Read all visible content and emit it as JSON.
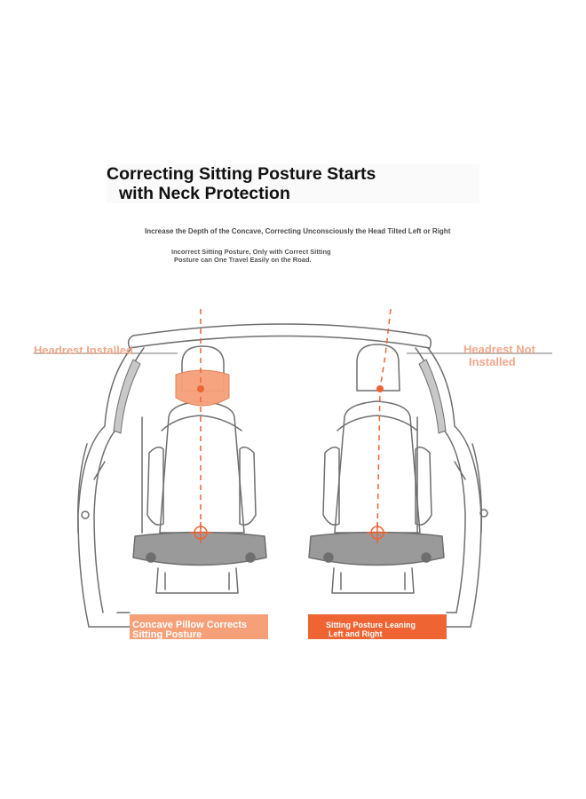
{
  "title": {
    "line1": "Correcting Sitting Posture Starts",
    "line2": "with Neck Protection"
  },
  "subtitle": "Increase the Depth of the Concave, Correcting Unconsciously the Head Tilted Left or Right",
  "note": {
    "line1": "Incorrect Sitting Posture, Only with Correct Sitting",
    "line2": "Posture can One Travel Easily on the Road."
  },
  "labels": {
    "left": "Headrest Installed",
    "right_line1": "Headrest Not",
    "right_line2": "Installed"
  },
  "captions": {
    "left_line1": "Concave Pillow Corrects",
    "left_line2": "Sitting Posture",
    "right_line1": "Sitting Posture Leaning",
    "right_line2": "Left and Right"
  },
  "colors": {
    "accent_light": "#f6a07a",
    "accent": "#ee6433",
    "line_art": "#6f6f6f"
  },
  "icons": [
    "car-interior-outline",
    "car-seat-icon",
    "headrest-pillow-icon",
    "crosshair-icon"
  ]
}
